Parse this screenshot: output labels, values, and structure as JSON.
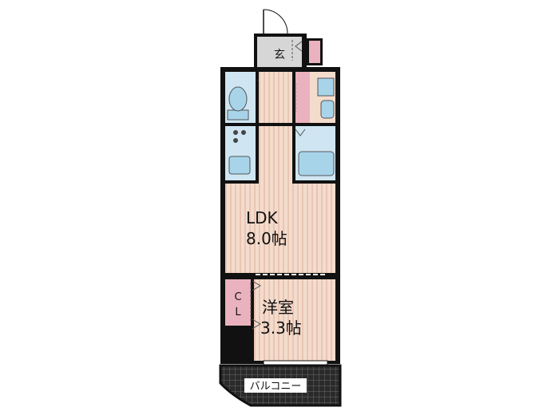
{
  "rooms": {
    "genkan": "玄",
    "ldk_name": "LDK",
    "ldk_size": "8.0帖",
    "yoshitsu_name": "洋室",
    "yoshitsu_size": "3.3帖",
    "closet_c": "C",
    "closet_l": "L",
    "balcony": "バルコニー"
  },
  "colors": {
    "wall": "#111111",
    "flooring": "#f4dccd",
    "flooring_stripe": "#e9c5b4",
    "wet_area": "#cfe6f2",
    "fixture": "#a8d4ea",
    "storage": "#eab2be",
    "genkan_floor": "#d6d6d6",
    "balcony_floor": "#3a3a3a"
  }
}
